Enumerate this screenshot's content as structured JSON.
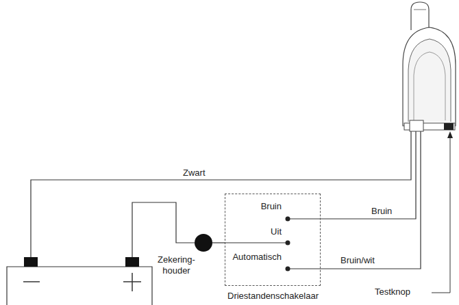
{
  "diagram": {
    "nodes": [
      {
        "text": [
          "Bruin",
          "Uit",
          "Automatisch",
          "Driestandenschakelaar"
        ]
      },
      {
        "text": [
          "Zekering- houder"
        ]
      }
    ],
    "edges": [
      {
        "from": 1,
        "to": 0,
        "arrow": "none"
      }
    ],
    "labels": [
      "Zwart",
      "Bruin",
      "Bruin/wit",
      "Testknop"
    ]
  }
}
